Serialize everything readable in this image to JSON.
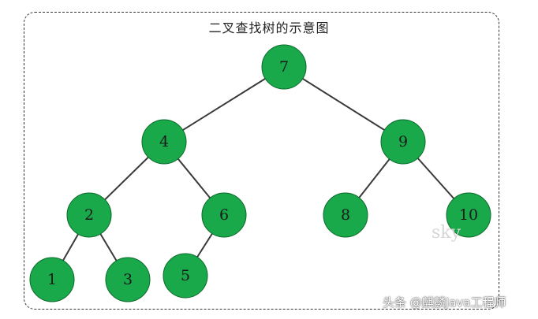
{
  "diagram": {
    "title": "二叉查找树的示意图",
    "nodes": [
      {
        "id": "n7",
        "label": "7"
      },
      {
        "id": "n4",
        "label": "4"
      },
      {
        "id": "n9",
        "label": "9"
      },
      {
        "id": "n2",
        "label": "2"
      },
      {
        "id": "n6",
        "label": "6"
      },
      {
        "id": "n8",
        "label": "8"
      },
      {
        "id": "n10",
        "label": "10"
      },
      {
        "id": "n1",
        "label": "1"
      },
      {
        "id": "n3",
        "label": "3"
      },
      {
        "id": "n5",
        "label": "5"
      }
    ],
    "edges": [
      [
        "n7",
        "n4"
      ],
      [
        "n7",
        "n9"
      ],
      [
        "n4",
        "n2"
      ],
      [
        "n4",
        "n6"
      ],
      [
        "n9",
        "n8"
      ],
      [
        "n9",
        "n10"
      ],
      [
        "n2",
        "n1"
      ],
      [
        "n2",
        "n3"
      ],
      [
        "n6",
        "n5"
      ]
    ],
    "node_color": "#19a84a",
    "edge_color": "#3a3a3a"
  },
  "watermarks": {
    "faint": "sky",
    "source": "头条 @麒麟Java工程师"
  }
}
